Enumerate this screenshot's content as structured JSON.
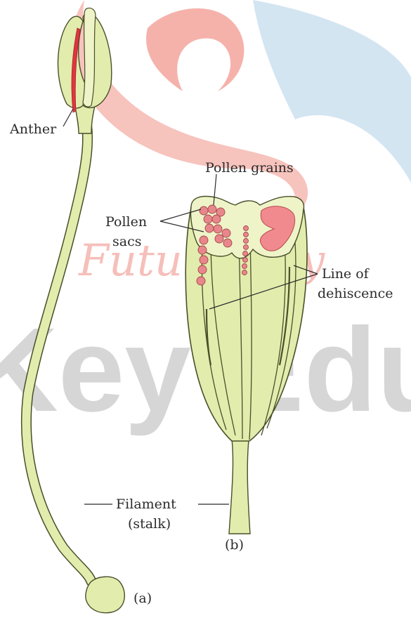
{
  "labels": {
    "anther": "Anther",
    "pollen_grains": "Pollen grains",
    "pollen_sacs_line1": "Pollen",
    "pollen_sacs_line2": "sacs",
    "line_of_dehiscence_line1": "Line of",
    "line_of_dehiscence_line2": "dehiscence",
    "filament_line1": "Filament",
    "filament_line2": "(stalk)",
    "panel_a": "(a)",
    "panel_b": "(b)"
  },
  "watermark": {
    "text_main": "Key Educ",
    "text_script": "Future Key"
  },
  "colors": {
    "tissue_fill": "#e2ecad",
    "tissue_light": "#eef4c8",
    "tissue_outline": "#4a4f2a",
    "pollen_fill": "#e8878b",
    "pollen_sac_fill": "#f08a8e",
    "anther_stripe": "#e0363d",
    "watermark_red": "#f6b9b3",
    "watermark_blue": "#cfe3f0",
    "watermark_gray": "#cfcfcf"
  }
}
